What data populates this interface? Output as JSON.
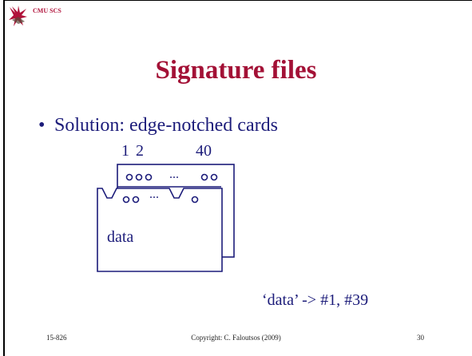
{
  "header": {
    "org_label": "CMU SCS",
    "logo_icon": "cmu-griffin-logo"
  },
  "title": "Signature files",
  "bullet": {
    "marker": "•",
    "text": "Solution: edge-notched cards"
  },
  "diagram": {
    "bit_label_1": "1",
    "bit_label_2": "2",
    "bit_label_40": "40",
    "back_card_dots": "ooo ... oo",
    "front_card_dots": "oo ... o",
    "card_label": "data",
    "result_text": "‘data’ -> #1, #39"
  },
  "footer": {
    "left": "15-826",
    "center": "Copyright: C. Faloutsos (2009)",
    "right": "30"
  },
  "colors": {
    "title": "#a31136",
    "body_text": "#1c1c7a",
    "org_label": "#b0123a"
  }
}
